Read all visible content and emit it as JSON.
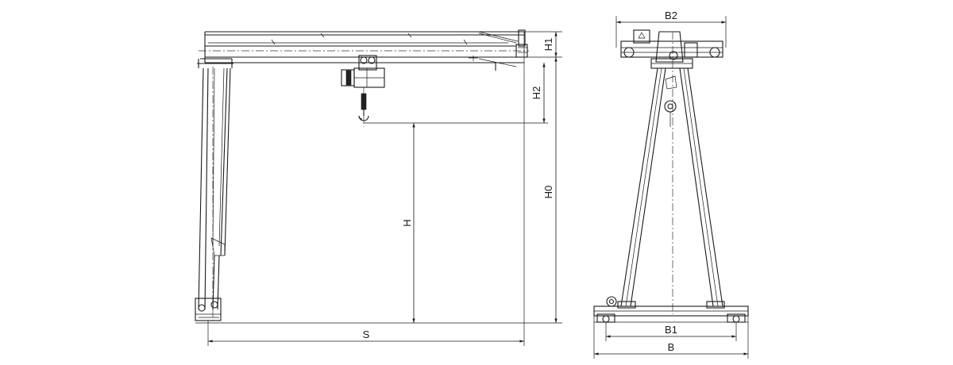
{
  "labels": {
    "s": "S",
    "h": "H",
    "h0": "H0",
    "h1": "H1",
    "h2": "H2",
    "b": "B",
    "b1": "B1",
    "b2": "B2"
  }
}
